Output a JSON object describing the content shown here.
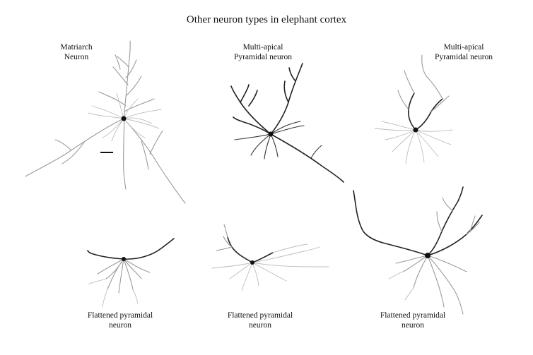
{
  "figure": {
    "title": "Other neuron types in elephant cortex"
  },
  "neurons": [
    {
      "label_line1": "Matriarch",
      "label_line2": "Neuron"
    },
    {
      "label_line1": "Multi-apical",
      "label_line2": "Pyramidal neuron"
    },
    {
      "label_line1": "Multi-apical",
      "label_line2": "Pyramidal neuron"
    },
    {
      "label_line1": "Flattened pyramidal",
      "label_line2": "neuron"
    },
    {
      "label_line1": "Flattened pyramidal",
      "label_line2": "neuron"
    },
    {
      "label_line1": "Flattened pyramidal",
      "label_line2": "neuron"
    }
  ]
}
